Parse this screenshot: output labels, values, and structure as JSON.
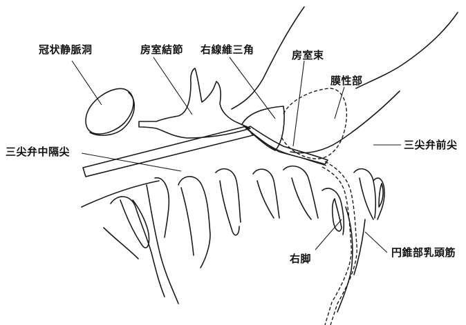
{
  "colors": {
    "line": "#1a1a1a",
    "background": "#ffffff",
    "node_fill": "#b8b8b8"
  },
  "labels": {
    "coronary_sinus": "冠状静脈洞",
    "av_node": "房室結節",
    "right_fibrous_trigone": "右線維三角",
    "av_bundle": "房室束",
    "membranous_part": "膜性部",
    "tricuspid_septal_cusp": "三尖弁中隔尖",
    "tricuspid_anterior_cusp": "三尖弁前尖",
    "right_bundle_branch": "右脚",
    "conus_papillary_muscle": "円錐部乳頭筋"
  }
}
